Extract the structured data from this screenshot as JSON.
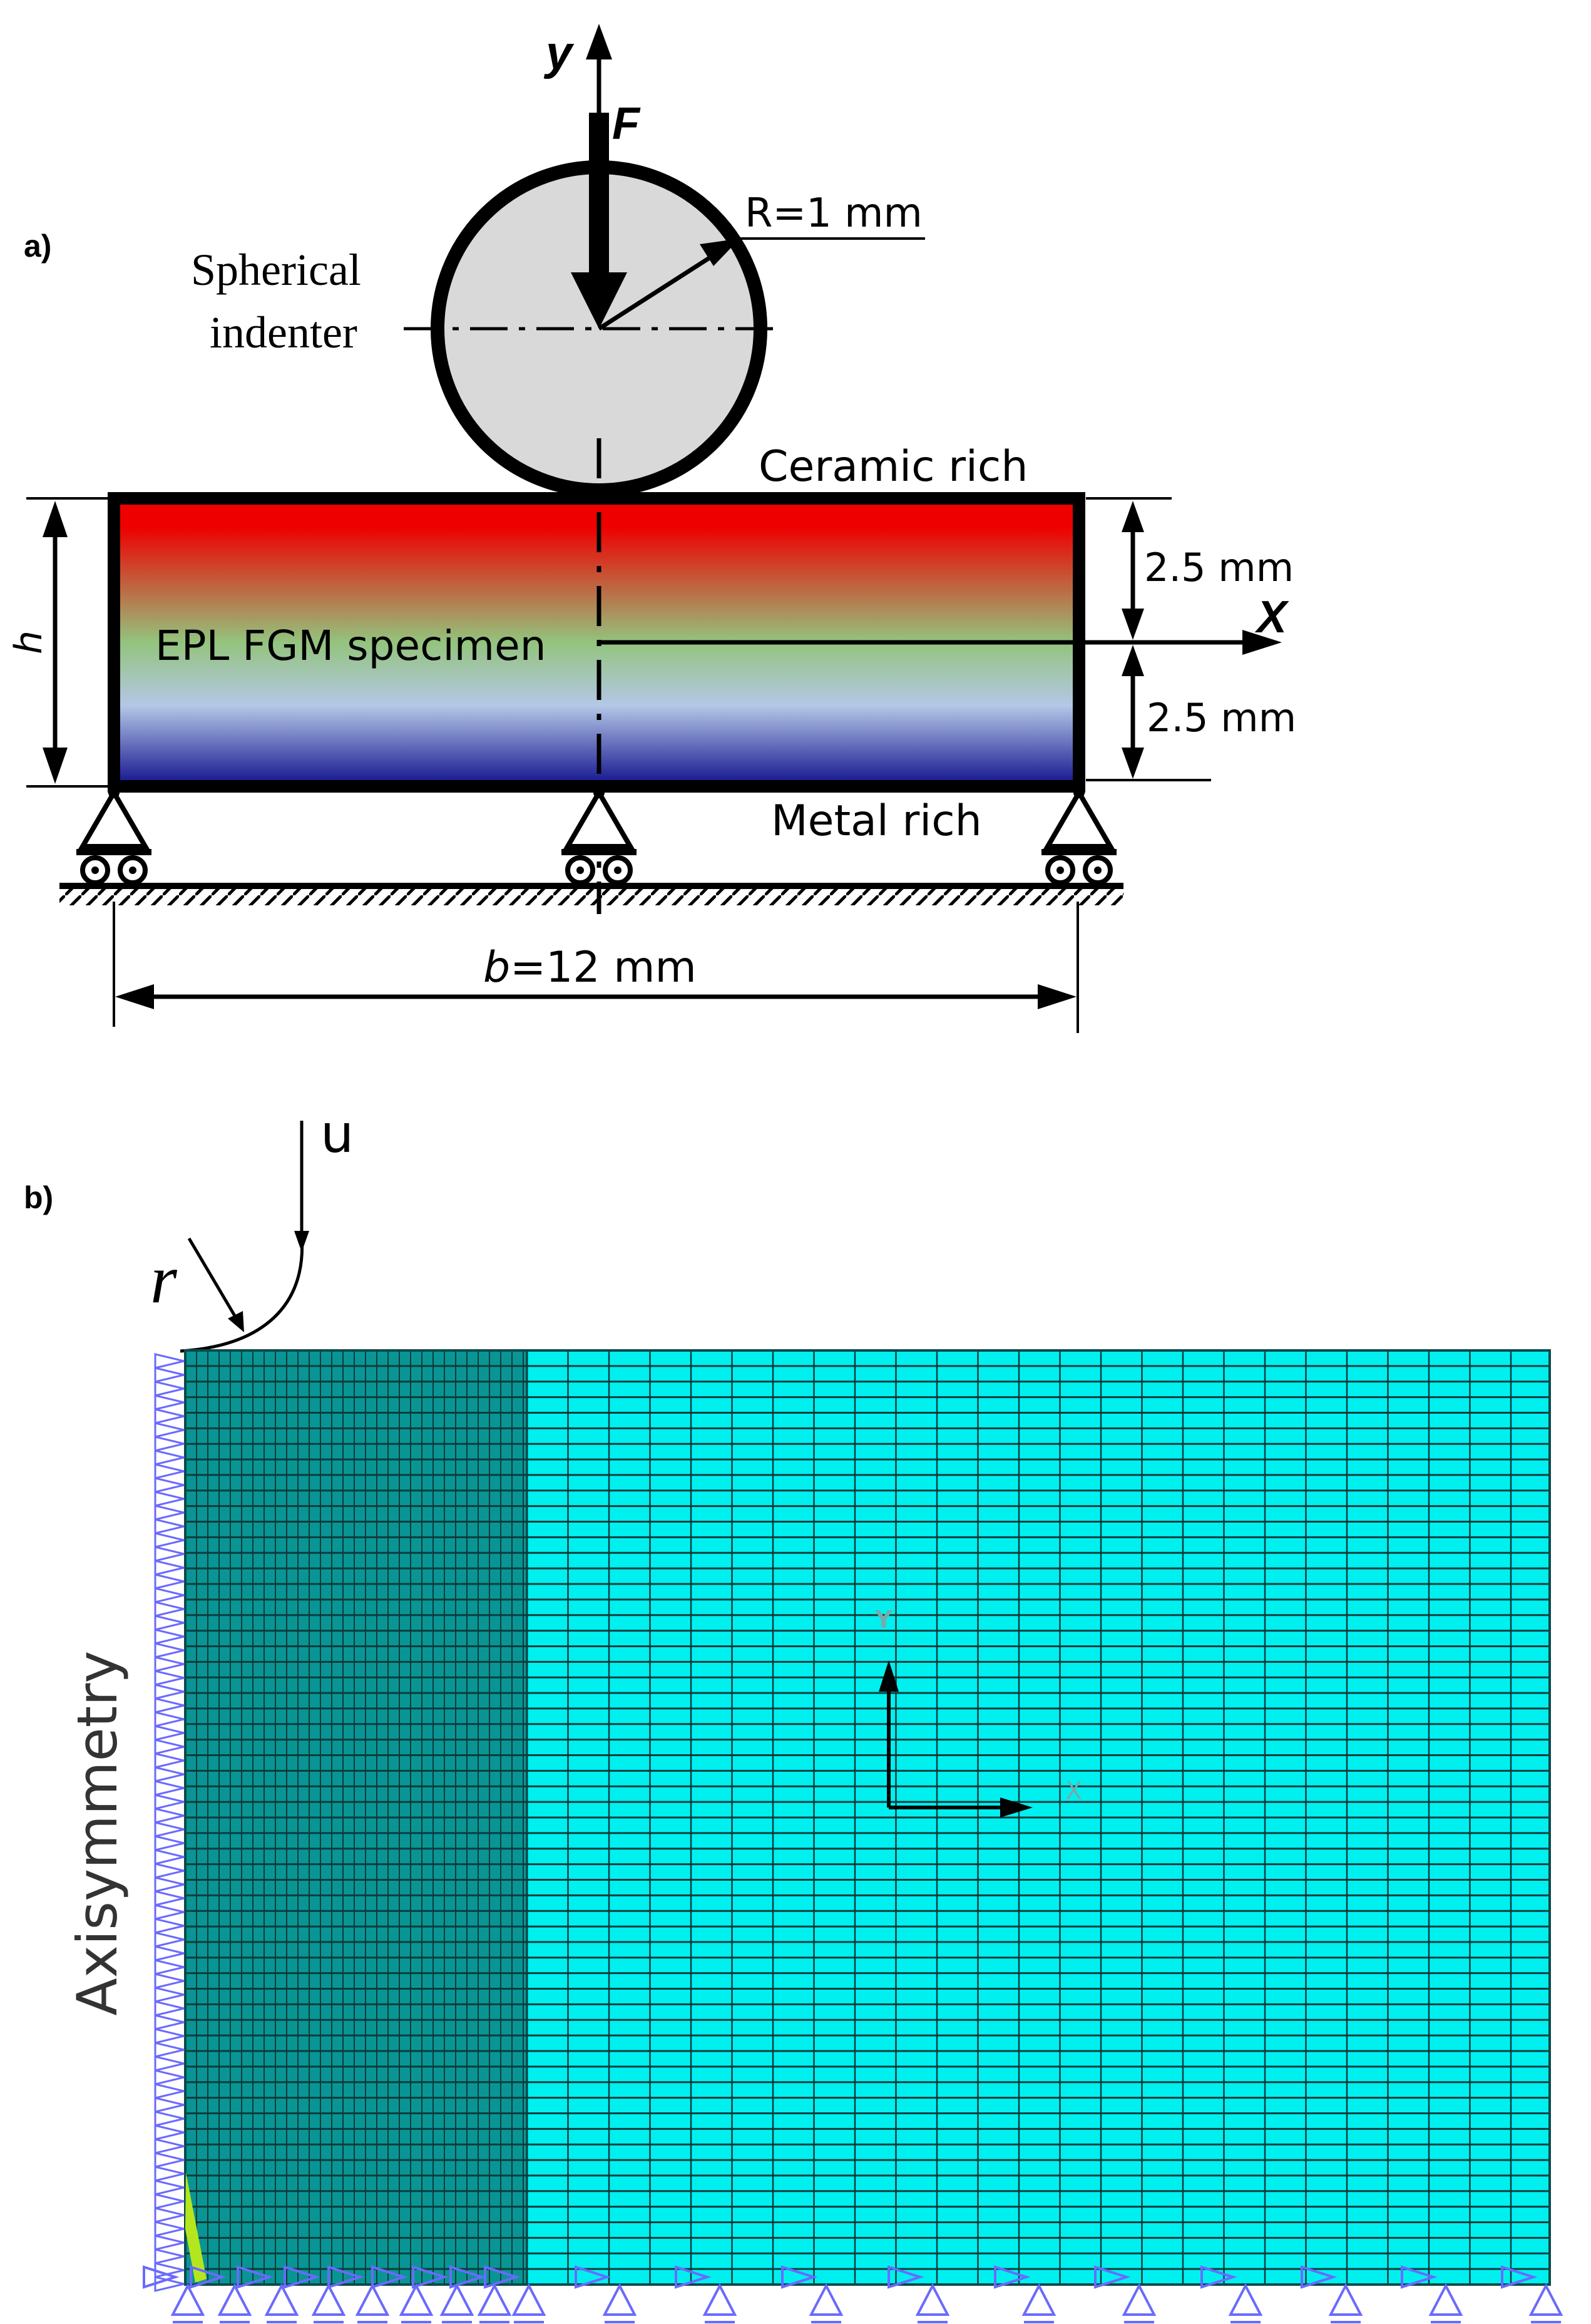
{
  "panel_a": {
    "label": "a)",
    "y_axis": "y",
    "force": "F",
    "radius": "R=1 mm",
    "indenter": [
      "Spherical",
      "indenter"
    ],
    "ceramic": "Ceramic rich",
    "metal": "Metal rich",
    "specimen": "EPL FGM specimen",
    "h": "h",
    "dim_top": "2.5 mm",
    "dim_bottom": "2.5 mm",
    "x_axis": "X",
    "width_var": "b",
    "width_value": "=12 mm",
    "colors": {
      "top": "#ee0000",
      "middle": "#93c47d",
      "light": "#b4c7e7",
      "bottom": "#10108c",
      "indenter_fill": "#d9d9d9"
    }
  },
  "panel_b": {
    "label": "b)",
    "displacement": "u",
    "radius": "r",
    "axisymmetry": "Axisymmetry",
    "y_axis": "Y",
    "x_axis": "X",
    "colors": {
      "mesh_light": "#00f0f0",
      "mesh_dense": "#0a9595",
      "constraint": "#6a6aff",
      "contact": "#b5e61d"
    }
  }
}
